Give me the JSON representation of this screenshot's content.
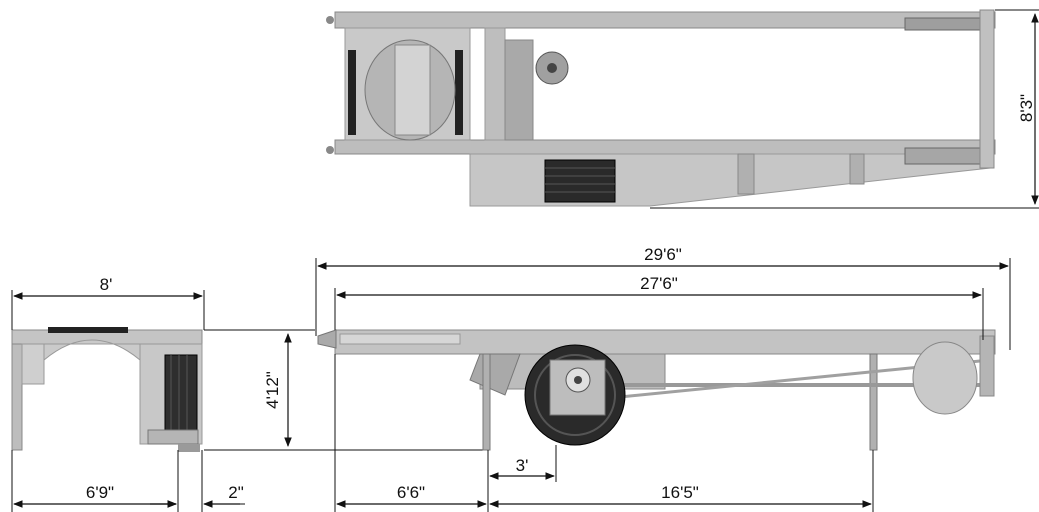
{
  "dimensions": {
    "top_width": "8'3\"",
    "end_width": "8'",
    "end_left_offset": "6'9\"",
    "end_right_offset": "2\"",
    "height": "4'12\"",
    "overall_length": "29'6\"",
    "deck_length": "27'6\"",
    "front_to_axle": "6'6\"",
    "axle_offset": "3'",
    "axle_to_rear": "16'5\""
  },
  "colors": {
    "frame": "#b9b9b9",
    "frame_dark": "#7a7a7a",
    "cable_drum": "#2a2a2a",
    "line": "#111111"
  }
}
